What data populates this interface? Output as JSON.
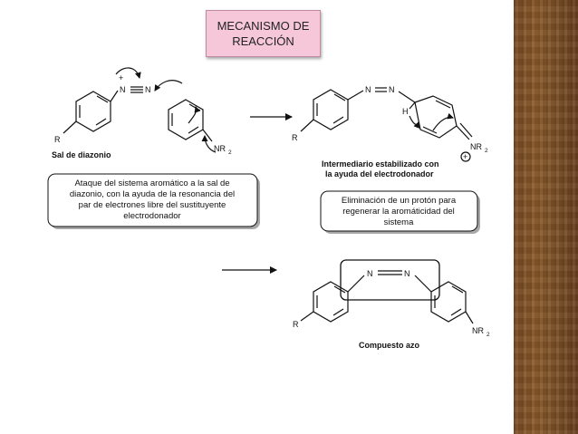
{
  "slide": {
    "title_line1": "MECANISMO DE",
    "title_line2": "REACCIÓN"
  },
  "molecules": {
    "diazonium_label": "Sal de diazonio",
    "intermediate_label_line1": "Intermediario estabilizado con",
    "intermediate_label_line2": "la ayuda del electrodonador",
    "product_label": "Compuesto azo"
  },
  "atoms": {
    "r": "R",
    "n": "N",
    "nr": "NR",
    "two": "2",
    "h": "H",
    "plus": "+"
  },
  "boxes": {
    "attack_lines": [
      "Ataque del sistema aromático a la sal de",
      "diazonio, con la ayuda de la resonancia del",
      "par de electrones libre del sustituyente",
      "electrodonador"
    ],
    "elimination_lines": [
      "Eliminación de un protón para",
      "regenerar la aromáticidad del",
      "sistema"
    ]
  },
  "colors": {
    "title_bg": "#f6c6d9",
    "wood": "#8b5a2b"
  }
}
